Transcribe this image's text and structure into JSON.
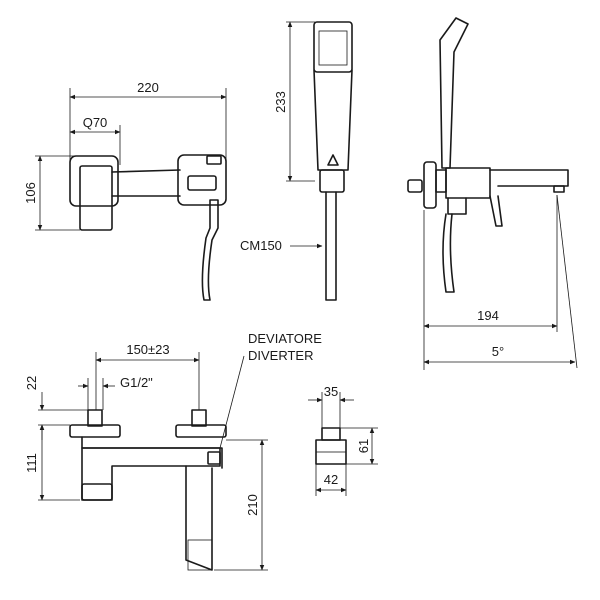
{
  "dimensions": {
    "top_view_width": "220",
    "top_view_body": "Q70",
    "top_view_height": "106",
    "handshower_length": "233",
    "hose_length": "CM150",
    "side_spout_reach": "194",
    "side_angle": "5°",
    "front_centers": "150±23",
    "front_inlet_thread": "G1/2\"",
    "front_inlet_offset": "22",
    "front_body_height": "111",
    "front_spout_height": "210",
    "detail_width_top": "35",
    "detail_width_bottom": "42",
    "detail_height": "61"
  },
  "labels": {
    "diverter_it": "DEVIATORE",
    "diverter_en": "DIVERTER"
  }
}
